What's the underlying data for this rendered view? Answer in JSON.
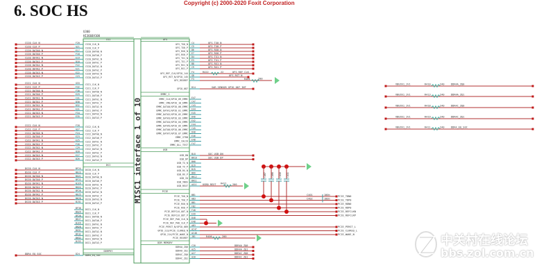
{
  "page": {
    "title": "6. SOC HS",
    "copyright": "Copyright (c) 2000-2020 Foxit Corporation"
  },
  "chip": {
    "ref": "U300",
    "part": "HI3660V100",
    "unit_label": "MISC1 interface 1 of 10"
  },
  "left_headers": [
    "CSI",
    "DSI",
    "DDRPHY"
  ],
  "left_groups": [
    {
      "wired": true,
      "rows": [
        [
          "CSI0_CLK_N",
          "F20",
          "CSI0_CLK_N"
        ],
        [
          "CSI0_CLK_P",
          "G21",
          "CSI0_CLK_P"
        ],
        [
          "CSI0_DATA0_N",
          "E17",
          "CSI0_DATA0_N"
        ],
        [
          "CSI0_DATA0_P",
          "F18",
          "CSI0_DATA0_P"
        ],
        [
          "CSI0_DATA1_N",
          "E19",
          "CSI0_DATA1_N"
        ],
        [
          "CSI0_DATA1_P",
          "D18",
          "CSI0_DATA1_P"
        ],
        [
          "CSI0_DATA2_N",
          "F22",
          "CSI0_DATA2_N"
        ],
        [
          "CSI0_DATA2_P",
          "E21",
          "CSI0_DATA2_P"
        ],
        [
          "CSI0_DATA3_N",
          "E22",
          "CSI0_DATA3_N"
        ],
        [
          "CSI0_DATA3_P",
          "C23",
          "CSI0_DATA3_P"
        ]
      ]
    },
    {
      "wired": true,
      "rows": [
        [
          "CSI1_CLK_N",
          "G33",
          "CSI1_CLK_N"
        ],
        [
          "CSI1_CLK_P",
          "F32",
          "CSI1_CLK_P"
        ],
        [
          "CSI1_DATA0_N",
          "F30",
          "CSI1_DATA0_N"
        ],
        [
          "CSI1_DATA0_P",
          "E29",
          "CSI1_DATA0_P"
        ],
        [
          "CSI1_DATA1_N",
          "C31",
          "CSI1_DATA1_N"
        ],
        [
          "CSI1_DATA1_P",
          "D30",
          "CSI1_DATA1_P"
        ],
        [
          "CSI1_DATA2_N",
          "D32",
          "CSI1_DATA2_N"
        ],
        [
          "CSI1_DATA2_P",
          "E31",
          "CSI1_DATA2_P"
        ],
        [
          "CSI1_DATA3_N",
          "F34",
          "CSI1_DATA3_N"
        ],
        [
          "CSI1_DATA3_P",
          "E35",
          "CSI1_DATA3_P"
        ]
      ]
    },
    {
      "wired": true,
      "rows": [
        [
          "CSI2_CLK_N",
          "F28",
          "CSI2_CLK_N"
        ],
        [
          "CSI2_CLK_P",
          "G27",
          "CSI2_CLK_P"
        ],
        [
          "CSI2_DATA0_N",
          "F24",
          "CSI2_DATA0_N"
        ],
        [
          "CSI2_DATA0_P",
          "E23",
          "CSI2_DATA0_P"
        ],
        [
          "CSI2_DATA1_N",
          "E25",
          "CSI2_DATA1_N"
        ],
        [
          "CSI2_DATA1_P",
          "F26",
          "CSI2_DATA1_P"
        ],
        [
          "CSI2_DATA2_N",
          "C29",
          "CSI2_DATA2_N"
        ],
        [
          "CSI2_DATA2_P",
          "D28",
          "CSI2_DATA2_P"
        ],
        [
          "CSI2_DATA3_N",
          "E27",
          "CSI2_DATA3_N"
        ],
        [
          "CSI2_DATA3_P",
          "D26",
          "CSI2_DATA3_P"
        ]
      ]
    },
    {
      "wired": true,
      "rows": [
        [
          "DSI0_CLK_N",
          "BF24",
          "DSI0_CLK_N"
        ],
        [
          "DSI0_CLK_P",
          "BE23",
          "DSI0_CLK_P"
        ],
        [
          "DSI0_DATA0_N",
          "BG21",
          "DSI0_DATA0_N"
        ],
        [
          "DSI0_DATA0_P",
          "BF22",
          "DSI0_DATA0_P"
        ],
        [
          "DSI0_DATA1_N",
          "BJ29",
          "DSI0_DATA1_N"
        ],
        [
          "DSI0_DATA1_P",
          "BG24",
          "DSI0_DATA1_P"
        ],
        [
          "DSI0_DATA2_N",
          "BF26",
          "DSI0_DATA2_N"
        ],
        [
          "DSI0_DATA2_P",
          "BE25",
          "DSI0_DATA2_P"
        ],
        [
          "DSI0_DATA3_N",
          "BK28",
          "DSI0_DATA3_N"
        ],
        [
          "DSI0_DATA3_P",
          "BJ31",
          "DSI0_DATA3_P"
        ]
      ]
    },
    {
      "wired": false,
      "rows": [
        [
          "",
          "BF30",
          "DSI1_CLK_N"
        ],
        [
          "",
          "BG29",
          "DSI1_CLK_P"
        ],
        [
          "",
          "BF28",
          "DSI1_DATA0_N"
        ],
        [
          "",
          "BE27",
          "DSI1_DATA0_P"
        ],
        [
          "",
          "BJ29",
          "DSI1_DATA1_N"
        ],
        [
          "",
          "BH28",
          "DSI1_DATA1_P"
        ],
        [
          "",
          "BG31",
          "DSI1_DATA2_N"
        ],
        [
          "",
          "BF32",
          "DSI1_DATA2_P"
        ],
        [
          "",
          "BH32",
          "DSI1_DATA3_N"
        ],
        [
          "",
          "BJ33",
          "DSI1_DATA3_P"
        ]
      ]
    },
    {
      "wired": true,
      "rows": [
        [
          "DDR4_EQ_SOC",
          "D24",
          "DDR4_EQ_SOC"
        ]
      ]
    }
  ],
  "right_headers": [
    "UFS",
    "EMMC_1",
    "USB",
    "PCIE",
    "DDR MEMORY"
  ],
  "right_groups": [
    {
      "rows": [
        [
          "UFS_TX0_N",
          "C4",
          "UFS_TX0_N"
        ],
        [
          "UFS_TX0_P",
          "C5",
          "UFS_TX0_P"
        ],
        [
          "UFS_RX0_N",
          "D6",
          "UFS_RX0_N"
        ],
        [
          "UFS_RX0_P",
          "E7",
          "UFS_RX0_P"
        ],
        [
          "UFS_TX1_N",
          "D4",
          "UFS_TX1_N"
        ],
        [
          "UFS_TX1_P",
          "E3",
          "UFS_TX1_P"
        ],
        [
          "UFS_RX1_N",
          "B8",
          "UFS_RX1_N"
        ],
        [
          "UFS_RX1_P",
          "C9",
          "UFS_RX1_P"
        ],
        [
          "UFS_REF_CLK/GPIO_144",
          "F4",
          "UFS_REF_CLK"
        ],
        [
          "UFS_RST_N/GPIO_145",
          "G8",
          "UFS_RST_N"
        ],
        [
          "UFS_REXREF",
          "F3",
          ""
        ],
        [
          "GPIO_087",
          "D14",
          "SAR_SENSOR_GPIO_087_INT"
        ]
      ]
    },
    {
      "rows": [
        [
          "EMMC_CLK/GPIO_09_EMMC",
          "E47",
          ""
        ],
        [
          "EMMC_CMD/GPIO_10_EMMC",
          "C47",
          ""
        ],
        [
          "EMMC_DATA0/GPIO_00_EMMC",
          "C43",
          ""
        ],
        [
          "EMMC_DATA1/GPIO_01_EMMC",
          "E44",
          ""
        ],
        [
          "EMMC_DATA2/GPIO_02_EMMC",
          "E45",
          ""
        ],
        [
          "EMMC_DATA3/GPIO_03_EMMC",
          "D46",
          ""
        ],
        [
          "EMMC_DATA4/GPIO_04_EMMC",
          "E42",
          ""
        ],
        [
          "EMMC_DATA5/GPIO_05_EMMC",
          "F44",
          ""
        ],
        [
          "EMMC_DATA6/GPIO_06_EMMC",
          "C45",
          ""
        ],
        [
          "EMMC_DATA7/GPIO_07_EMMC",
          "D48",
          ""
        ],
        [
          "EMMC_STRB",
          "E46",
          ""
        ],
        [
          "EMMC_CALIO",
          "E48",
          ""
        ],
        [
          "EMMC_DLL_TEST",
          "F47",
          ""
        ]
      ]
    },
    {
      "rows": [
        [
          "USB_DN",
          "BL8",
          "SOC_USB_DN"
        ],
        [
          "USB_DP",
          "BK10",
          "SOC_USB_DP"
        ],
        [
          "USB_TX_N",
          "BH8",
          ""
        ],
        [
          "USB_TX_P",
          "BJ9",
          ""
        ],
        [
          "USB_RX_N",
          "BJ5",
          ""
        ],
        [
          "USB_RX_P",
          "BK6",
          ""
        ],
        [
          "USB_ID",
          "BK12",
          ""
        ],
        [
          "USB_VBUS",
          "BH11",
          ""
        ],
        [
          "USB_REXT",
          "AG11",
          "USB0_REXT"
        ]
      ]
    },
    {
      "rows": [
        [
          "PCIE_TX0_N",
          "BB1",
          "PCIE_TDN0"
        ],
        [
          "PCIE_TX0_P",
          "AB3",
          "PCIE_TDP0"
        ],
        [
          "PCIE_RX0_N",
          "BB1",
          "PCIE_RDN0"
        ],
        [
          "PCIE_RX0_P",
          "FB2",
          "PCIE_RDP0"
        ],
        [
          "PCIE_REFCLK_OUT_N",
          "F48",
          "PCIE_REFCLKN"
        ],
        [
          "PCIE_REFCLK_OUT_P",
          "E49",
          "PCIE_REFCLKP"
        ],
        [
          "PCIE_REF_PAD_CLK_N",
          "D48",
          ""
        ],
        [
          "PCIE_REF_PAD_CLK_P",
          "E48",
          ""
        ],
        [
          "PCIE_PERST_N/GPIO_089",
          "AB3",
          "PCIE_PERST_L"
        ],
        [
          "GPIO_213/PCIE_CLKREQ_N",
          "AC47",
          "PCIE_CLKREQ_L"
        ],
        [
          "GPIO_214/PCIE_WAKE_N",
          "AC48",
          "PCIE_WAKE_N"
        ],
        [
          "PCIE_REXREF",
          "JB1",
          ""
        ]
      ]
    },
    {
      "rows": [
        [
          "DDR4A_ZQ0",
          "C28",
          "DDR4A_ZQ0"
        ],
        [
          "DDR4A_ZQ1",
          "A25",
          "DDR4A_ZQ1"
        ],
        [
          "DDR4C_ZQ0",
          "A27",
          "DDR4C_ZQ0"
        ],
        [
          "DDR4C_ZQ1",
          "A28",
          "DDR4C_ZQ1"
        ]
      ]
    }
  ],
  "resistors": {
    "ufs_ref_clk": {
      "ref": "R422",
      "value": "22"
    },
    "ufs_rext": {
      "ref": "R401",
      "value": "200"
    },
    "usb_rext": {
      "ref": "R421",
      "value": "200"
    },
    "pcie_rexref": {
      "ref": "R406",
      "value": "200"
    }
  },
  "pcie_caps": [
    {
      "ref": "C401",
      "value": "100n"
    },
    {
      "ref": "C402",
      "value": "100n"
    }
  ],
  "decoupling_caps": [
    "C407",
    "C408",
    "C410",
    "C411"
  ],
  "zq_nets": [
    {
      "source": "VBUCK1_1V1",
      "ref": "R410",
      "value": "240",
      "net": "DDR4A_ZQ0"
    },
    {
      "source": "VBUCK1_1V1",
      "ref": "R413",
      "value": "240",
      "net": "DDR4A_ZQ1"
    },
    {
      "source": "VBUCK1_1V1",
      "ref": "R418",
      "value": "240",
      "net": "DDR4C_ZQ0"
    },
    {
      "source": "VBUCK1_1V1",
      "ref": "R419",
      "value": "240",
      "net": "DDR4C_ZQ1"
    },
    {
      "source": "VBUCK1_1V1",
      "ref": "R411",
      "value": "240",
      "net": "DDR4_EQ_SOC"
    }
  ],
  "watermark": {
    "name": "中关村在线论坛",
    "url": "bbs.zol.com.cn"
  },
  "colors": {
    "wire": "#b03030",
    "pin": "#3a9aa0",
    "box": "#4a9a5a",
    "ground": "#6fd08a",
    "resistor": "#30b0a0"
  }
}
